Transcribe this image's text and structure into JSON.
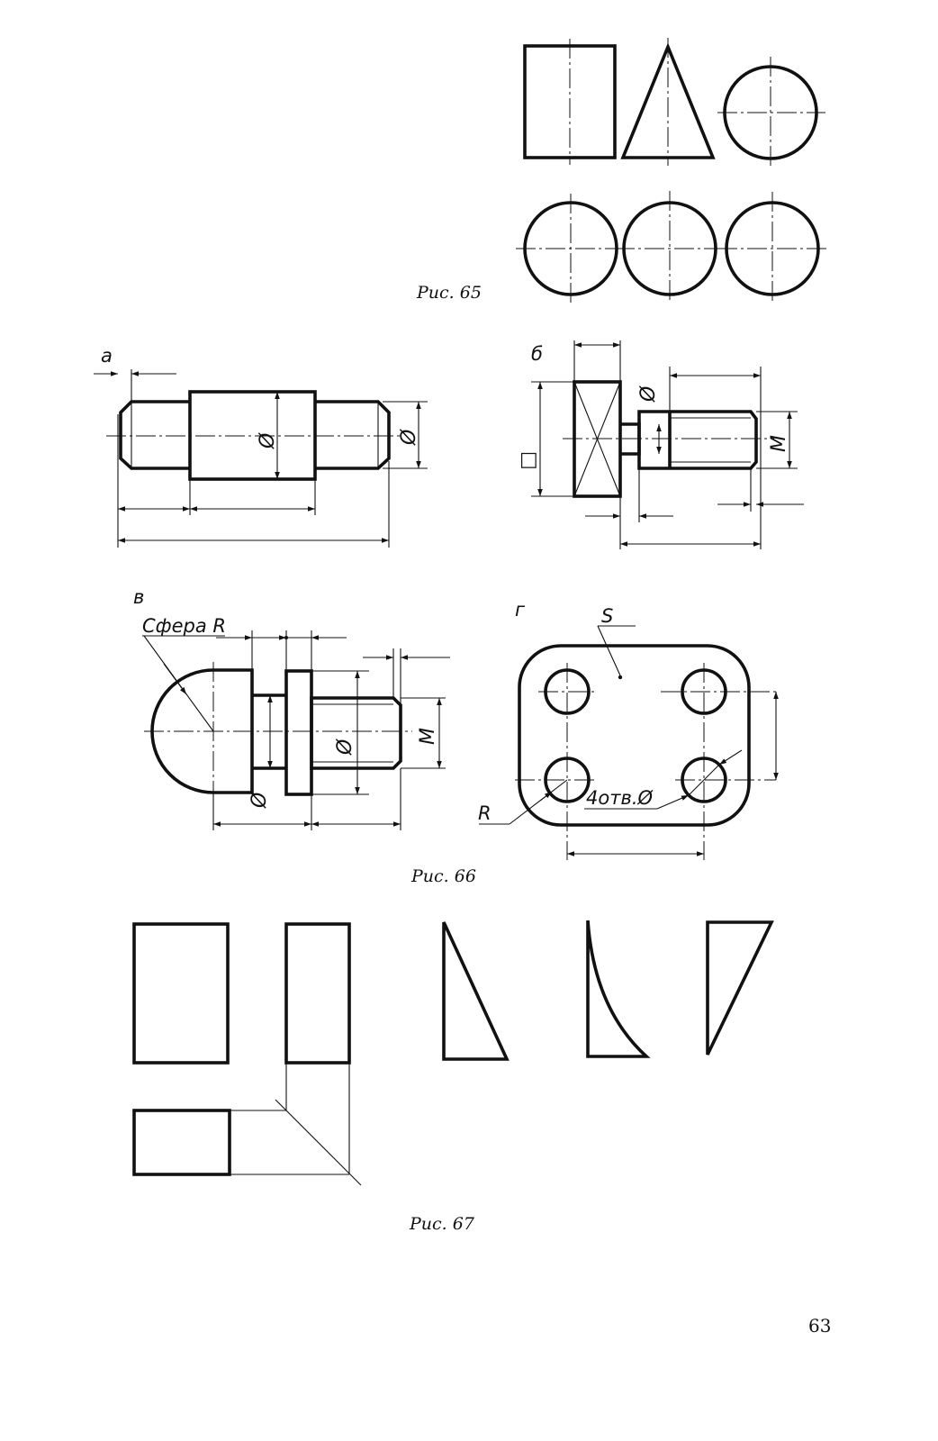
{
  "page_number": "63",
  "fig65": {
    "caption": "Рис. 65"
  },
  "fig66": {
    "caption": "Рис. 66",
    "view_labels": {
      "a": "а",
      "b": "б",
      "v": "в",
      "g": "г"
    },
    "symbols": {
      "diameter": "Ø",
      "thread": "М",
      "square": "□",
      "sphere_radius": "Сфера R",
      "radius": "R",
      "thickness": "S",
      "holes": "4отв.Ø"
    }
  },
  "fig67": {
    "caption": "Рис. 67"
  }
}
